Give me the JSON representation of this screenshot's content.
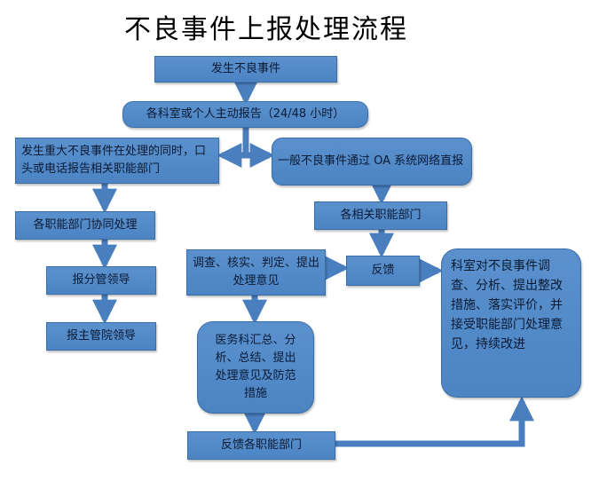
{
  "title": "不良事件上报处理流程",
  "nodes": {
    "occur": "发生不良事件",
    "report": "各科室或个人主动报告（24/48 小时）",
    "major": "发生重大不良事件在处理的同时，口头或电话报告相关职能部门",
    "general": "一般不良事件通过 OA 系统网络直报",
    "dept": "各相关职能部门",
    "cooperate": "各职能部门协同处理",
    "report_leader": "报分管领导",
    "report_president": "报主管院领导",
    "investigate": "调查、核实、判定、提出处理意见",
    "feedback": "反馈",
    "medical": "医务科汇总、分析、总结、提出处理意见及防范措施",
    "feedback_depts": "反馈各职能部门",
    "improve": "科室对不良事件调查、分析、提出整改措施、落实评价，并接受职能部门处理意见，持续改进"
  },
  "colors": {
    "box": "#4f88c6",
    "border": "#3a6ea8",
    "arrow": "#4a7fbf"
  }
}
